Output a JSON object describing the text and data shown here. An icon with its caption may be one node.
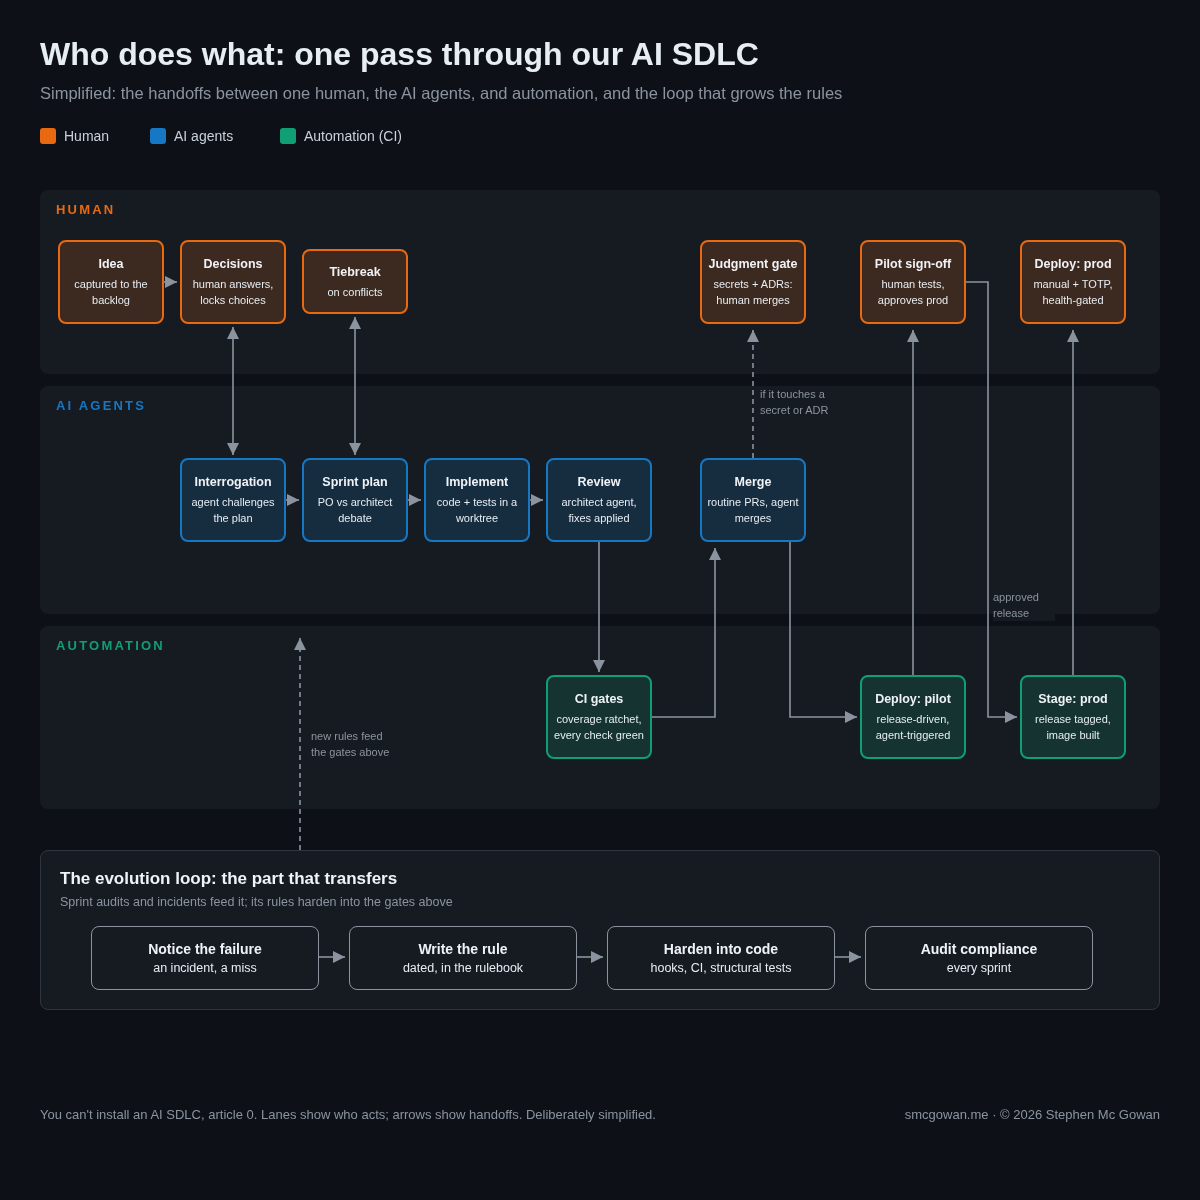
{
  "diagram": {
    "title": "Who does what: one pass through our AI SDLC",
    "nodes": [
      {
        "text": [
          "HUMAN"
        ]
      },
      {
        "text": [
          "Idea",
          "captured to the backlog"
        ],
        "in": 0
      },
      {
        "text": [
          "Decisions",
          "human answers, locks choices"
        ],
        "in": 0
      },
      {
        "text": [
          "Tiebreak",
          "on conflicts"
        ],
        "in": 0
      },
      {
        "text": [
          "Judgment gate",
          "secrets + ADRs: human merges"
        ],
        "in": 0
      },
      {
        "text": [
          "Pilot sign-off",
          "human tests, approves prod"
        ],
        "in": 0
      },
      {
        "text": [
          "Deploy: prod",
          "manual + TOTP, health-gated"
        ],
        "in": 0
      },
      {
        "text": [
          "AI AGENTS"
        ]
      },
      {
        "text": [
          "Interrogation",
          "agent challenges the plan"
        ],
        "in": 7
      },
      {
        "text": [
          "Sprint plan",
          "PO vs architect debate"
        ],
        "in": 7
      },
      {
        "text": [
          "Implement",
          "code + tests in a worktree"
        ],
        "in": 7
      },
      {
        "text": [
          "Review",
          "architect agent, fixes applied"
        ],
        "in": 7
      },
      {
        "text": [
          "Merge",
          "routine PRs, agent merges"
        ],
        "in": 7
      },
      {
        "text": [
          "AUTOMATION"
        ]
      },
      {
        "text": [
          "CI gates",
          "coverage ratchet, every check green"
        ],
        "in": 13
      },
      {
        "text": [
          "Deploy: pilot",
          "release-driven, agent-triggered"
        ],
        "in": 13
      },
      {
        "text": [
          "Stage: prod",
          "release tagged, image built"
        ],
        "in": 13
      },
      {
        "text": [
          "The evolution loop: the part that transfers",
          "Sprint audits and incidents feed it; its rules harden into the gates above"
        ]
      },
      {
        "text": [
          "Notice the failure",
          "an incident, a miss"
        ],
        "in": 17
      },
      {
        "text": [
          "Write the rule",
          "dated, in the rulebook"
        ],
        "in": 17
      },
      {
        "text": [
          "Harden into code",
          "hooks, CI, structural tests"
        ],
        "in": 17
      },
      {
        "text": [
          "Audit compliance",
          "every sprint"
        ],
        "in": 17
      }
    ],
    "edges": [
      {
        "from": 1,
        "to": 2,
        "arrow": "to"
      },
      {
        "from": 2,
        "to": 8,
        "arrow": "both"
      },
      {
        "from": 3,
        "to": 9,
        "arrow": "both"
      },
      {
        "from": 8,
        "to": 9,
        "arrow": "to"
      },
      {
        "from": 9,
        "to": 10,
        "arrow": "to"
      },
      {
        "from": 10,
        "to": 11,
        "arrow": "to"
      },
      {
        "from": 11,
        "to": 14,
        "arrow": "to"
      },
      {
        "from": 14,
        "to": 12,
        "arrow": "to"
      },
      {
        "from": 12,
        "to": 4,
        "arrow": "to",
        "label": "if it touches a secret or ADR",
        "style": "dashed"
      },
      {
        "from": 12,
        "to": 15,
        "arrow": "to"
      },
      {
        "from": 15,
        "to": 5,
        "arrow": "to"
      },
      {
        "from": 5,
        "to": 16,
        "arrow": "to",
        "label": "approved release"
      },
      {
        "from": 16,
        "to": 6,
        "arrow": "to"
      },
      {
        "from": 17,
        "to": 13,
        "arrow": "to",
        "label": "new rules feed the gates above",
        "style": "dashed"
      },
      {
        "from": 18,
        "to": 19,
        "arrow": "to"
      },
      {
        "from": 19,
        "to": 20,
        "arrow": "to"
      },
      {
        "from": 20,
        "to": 21,
        "arrow": "to"
      }
    ],
    "labels": [
      "Simplified: the handoffs between one human, the AI agents, and automation, and the loop that grows the rules",
      "You can't install an AI SDLC, article 0. Lanes show who acts; arrows show handoffs. Deliberately simplified.",
      "smcgowan.me · © 2026 Stephen Mc Gowan"
    ],
    "legend": [
      {
        "text": "Human",
        "color": "#e8690f"
      },
      {
        "text": "AI agents",
        "color": "#1677c4"
      },
      {
        "text": "Automation (CI)",
        "color": "#109e74"
      }
    ]
  }
}
